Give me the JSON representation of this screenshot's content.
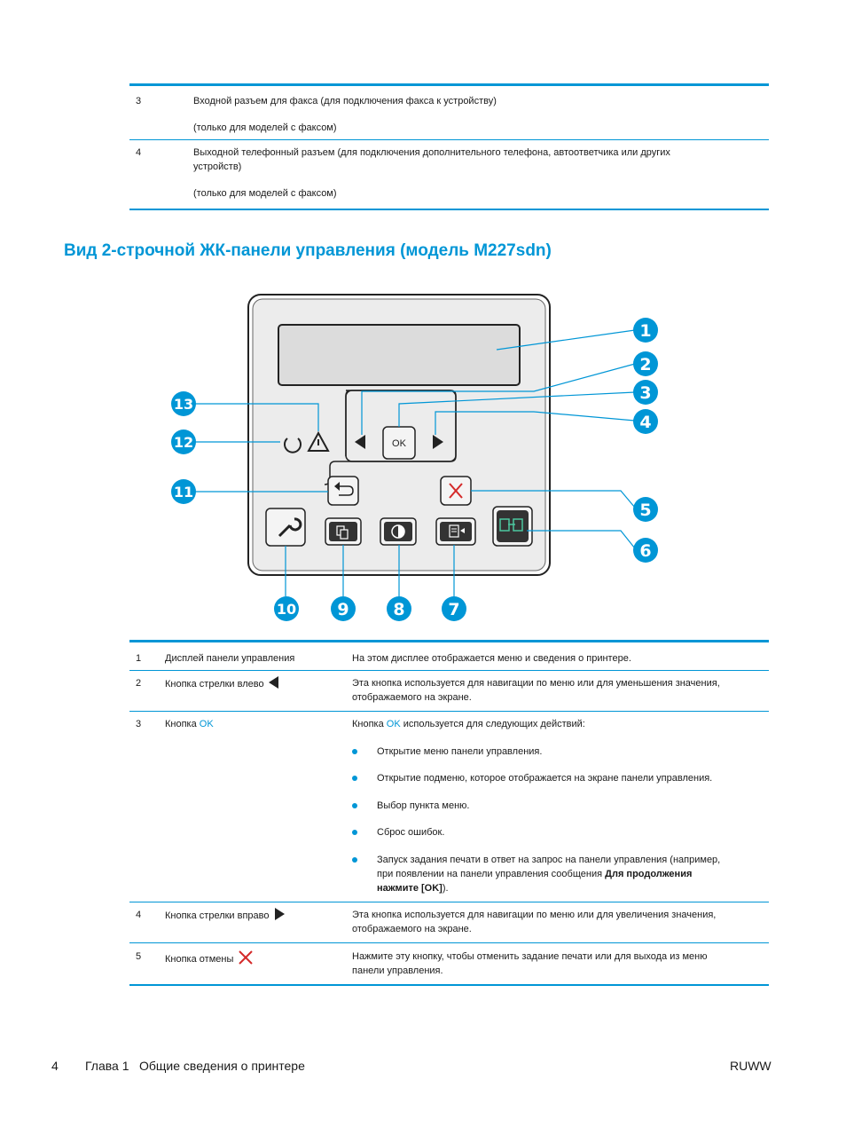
{
  "top_table": {
    "rows": [
      {
        "num": "3",
        "line1": "Входной разъем для факса (для подключения факса к устройству)",
        "line2": "(только для моделей с факсом)"
      },
      {
        "num": "4",
        "line1": "Выходной телефонный разъем (для подключения дополнительного телефона, автоответчика или других",
        "line1b": "устройств)",
        "line2": "(только для моделей с факсом)"
      }
    ]
  },
  "section_title": "Вид 2-строчной ЖК-панели управления (модель M227sdn)",
  "diagram": {
    "ok_label": "OK",
    "callouts": [
      "1",
      "2",
      "3",
      "4",
      "5",
      "6",
      "7",
      "8",
      "9",
      "10",
      "11",
      "12",
      "13"
    ],
    "callout_color": "#0096d6"
  },
  "table": {
    "rows": [
      {
        "num": "1",
        "name": "Дисплей панели управления",
        "desc": "На этом дисплее отображается меню и сведения о принтере."
      },
      {
        "num": "2",
        "name": "Кнопка стрелки влево",
        "desc_l1": "Эта кнопка используется для навигации по меню или для уменьшения значения,",
        "desc_l2": "отображаемого на экране."
      },
      {
        "num": "3",
        "name": "Кнопка",
        "name_ok": "OK",
        "desc_pre": "Кнопка",
        "desc_ok": "OK",
        "desc_post": "используется для следующих действий:",
        "bullets": [
          "Открытие меню панели управления.",
          "Открытие подменю, которое отображается на экране панели управления.",
          "Выбор пункта меню.",
          "Сброс ошибок."
        ],
        "last_bullet_l1": "Запуск задания печати в ответ на запрос на панели управления (например,",
        "last_bullet_l2_pre": "при появлении на панели управления сообщения",
        "last_bullet_l2_bold": "Для продолжения",
        "last_bullet_l3_bold": "нажмите [OK]",
        "last_bullet_l3_post": ")."
      },
      {
        "num": "4",
        "name": "Кнопка стрелки вправо",
        "desc_l1": "Эта кнопка используется для навигации по меню или для увеличения значения,",
        "desc_l2": "отображаемого на экране."
      },
      {
        "num": "5",
        "name": "Кнопка отмены",
        "desc_l1": "Нажмите эту кнопку, чтобы отменить задание печати или для выхода из меню",
        "desc_l2": "панели управления."
      }
    ]
  },
  "footer": {
    "page_number": "4",
    "chapter": "Глава 1",
    "chapter_title": "Общие сведения о принтере",
    "locale": "RUWW"
  }
}
